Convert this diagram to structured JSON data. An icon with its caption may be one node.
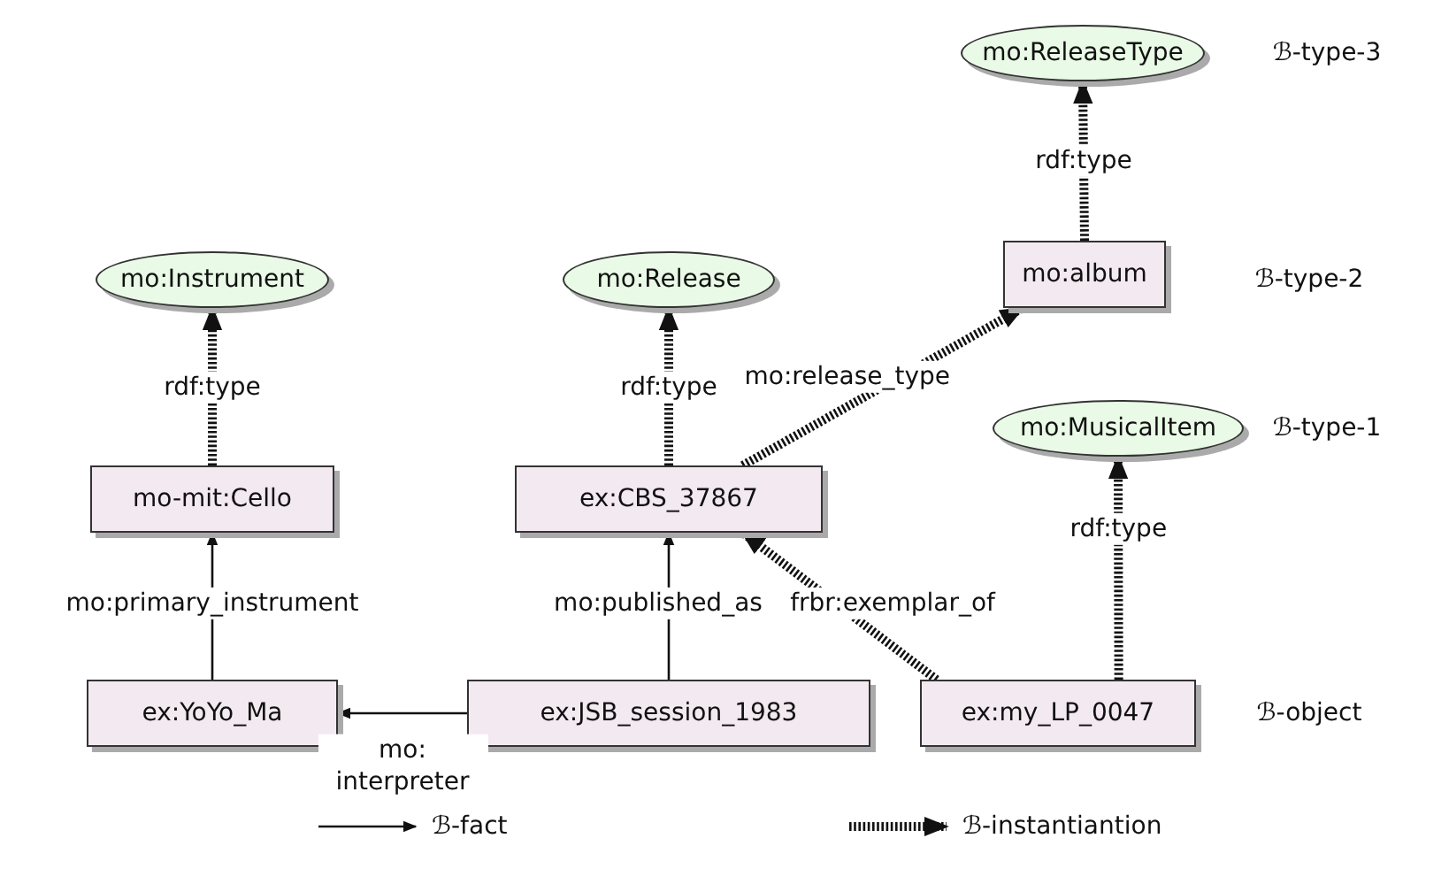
{
  "diagram": {
    "nodes": [
      {
        "text": [
          "mo:ReleaseType"
        ]
      },
      {
        "text": [
          "mo:Instrument"
        ]
      },
      {
        "text": [
          "mo:Release"
        ]
      },
      {
        "text": [
          "mo:album"
        ]
      },
      {
        "text": [
          "mo-mit:Cello"
        ]
      },
      {
        "text": [
          "ex:CBS_37867"
        ]
      },
      {
        "text": [
          "mo:MusicalItem"
        ]
      },
      {
        "text": [
          "ex:YoYo_Ma"
        ]
      },
      {
        "text": [
          "ex:JSB_session_1983"
        ]
      },
      {
        "text": [
          "ex:my_LP_0047"
        ]
      }
    ],
    "edges": [
      {
        "from": 3,
        "to": 0,
        "arrow": "to",
        "label": "rdf:type",
        "style": "dashed"
      },
      {
        "from": 4,
        "to": 1,
        "arrow": "to",
        "label": "rdf:type",
        "style": "dashed"
      },
      {
        "from": 5,
        "to": 2,
        "arrow": "to",
        "label": "rdf:type",
        "style": "dashed"
      },
      {
        "from": 5,
        "to": 3,
        "arrow": "to",
        "label": "mo:release_type",
        "style": "dashed"
      },
      {
        "from": 9,
        "to": 6,
        "arrow": "to",
        "label": "rdf:type",
        "style": "dashed"
      },
      {
        "from": 9,
        "to": 5,
        "arrow": "to",
        "label": "frbr:exemplar_of",
        "style": "dashed"
      },
      {
        "from": 7,
        "to": 4,
        "arrow": "to",
        "label": "mo:primary_instrument"
      },
      {
        "from": 8,
        "to": 5,
        "arrow": "to",
        "label": "mo:published_as"
      },
      {
        "from": 8,
        "to": 7,
        "arrow": "to",
        "label": "mo: interpreter"
      }
    ],
    "labels": [
      "ℬ-type-3",
      "ℬ-type-2",
      "ℬ-type-1",
      "ℬ-object"
    ],
    "legend": [
      {
        "text": "ℬ-fact"
      },
      {
        "text": "ℬ-instantiantion"
      }
    ]
  }
}
